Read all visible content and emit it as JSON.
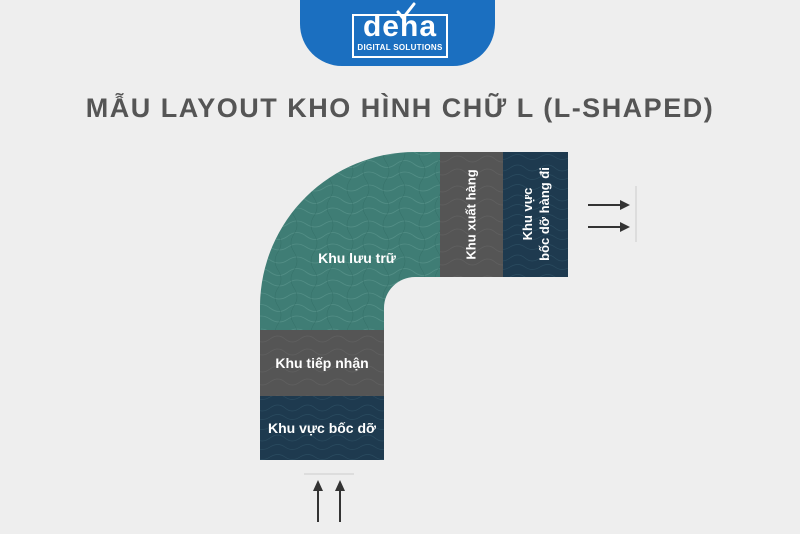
{
  "logo": {
    "word": "deha",
    "subtitle": "DIGITAL SOLUTIONS",
    "brand_color": "#1b6fc0",
    "icon": "checkmark-icon"
  },
  "title": "MẪU LAYOUT KHO HÌNH CHỮ L (L-SHAPED)",
  "zones": {
    "storage": "Khu lưu trữ",
    "shipping": "Khu xuất hàng",
    "outbound_dock": "Khu vực\nbốc dỡ hàng đi",
    "receiving": "Khu tiếp nhận",
    "inbound_dock": "Khu vực bốc dỡ"
  },
  "colors": {
    "storage": "#3f7d75",
    "receiving_shipping": "#555555",
    "dock": "#1e3a4f",
    "arrow": "#333333",
    "background": "#eeeeee"
  },
  "arrows": {
    "inbound": "up-arrows-icon",
    "outbound": "right-arrows-icon"
  }
}
